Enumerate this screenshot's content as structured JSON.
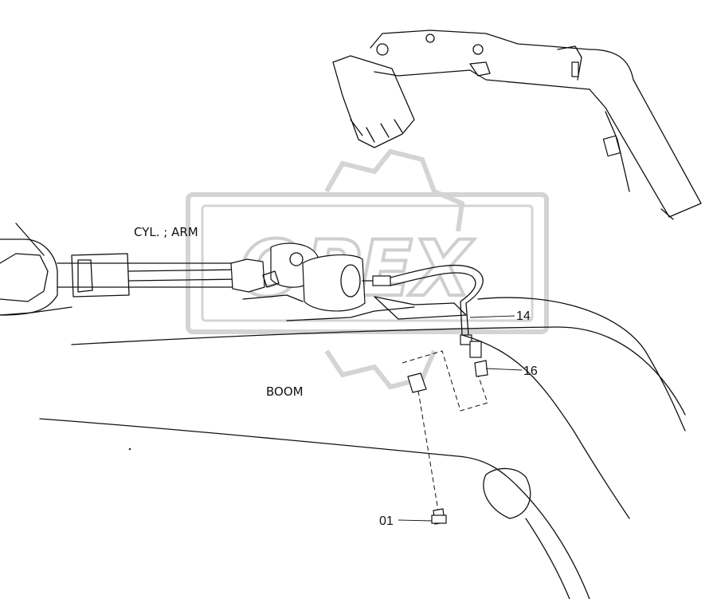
{
  "labels": {
    "arm_cylinder": "CYL. ; ARM",
    "boom": "BOOM"
  },
  "callouts": {
    "part_14": "14",
    "part_16": "16",
    "part_01": "01"
  },
  "watermark": {
    "text": "OPEX",
    "color": "#d0d0d0"
  }
}
